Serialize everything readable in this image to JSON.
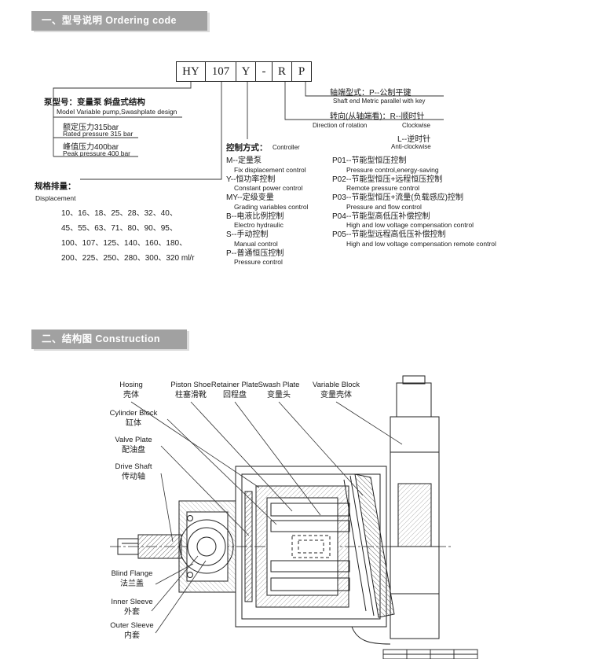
{
  "sections": {
    "ordering_title": "一、型号说明 Ordering code",
    "construction_title": "二、结构图 Construction"
  },
  "ordering": {
    "code_boxes": [
      "HY",
      "107",
      "Y",
      "-",
      "R",
      "P"
    ],
    "model_block": {
      "zh_title": "泵型号：变量泵  斜盘式结构",
      "en_title": "Model  Variable pump,Swashplate design",
      "rated_zh": "额定压力315bar",
      "rated_en": "Rated pressure 315 bar",
      "peak_zh": "峰值压力400bar",
      "peak_en": "Peak pressure 400 bar"
    },
    "displacement": {
      "zh_title": "规格排量：",
      "en_title": "Displacement",
      "lines": [
        "10、16、18、25、28、32、40、",
        "45、55、63、71、80、90、95、",
        "100、107、125、140、160、180、",
        "200、225、250、280、300、320 ml/r"
      ]
    },
    "controller": {
      "zh_title": "控制方式：",
      "en_title": "Controller",
      "options": [
        {
          "zh": "M--定量泵",
          "en": "Fix displacement control"
        },
        {
          "zh": "Y--恒功率控制",
          "en": "Constant power control"
        },
        {
          "zh": "MY--定级变量",
          "en": "Grading variables control"
        },
        {
          "zh": "B--电液比例控制",
          "en": "Electro hydraulic"
        },
        {
          "zh": "S--手动控制",
          "en": "Manual control"
        },
        {
          "zh": "P--普通恒压控制",
          "en": "Pressure control"
        }
      ]
    },
    "shaft_end": {
      "zh": "轴端型式：P--公制平键",
      "en": "Shaft end   Metric parallel with key"
    },
    "rotation": {
      "zh": "转向(从轴端看)：R--顺时针",
      "dir_en": "Direction of rotation",
      "cw": "Clockwise",
      "l_zh": "L--逆时针",
      "l_en": "Anti-clockwise"
    },
    "energy_options": [
      {
        "zh": "P01--节能型恒压控制",
        "en": "Pressure control,energy-saving"
      },
      {
        "zh": "P02--节能型恒压+远程恒压控制",
        "en": "Remote pressure control"
      },
      {
        "zh": "P03--节能型恒压+流量(负载感应)控制",
        "en": "Pressure and flow control"
      },
      {
        "zh": "P04--节能型高低压补偿控制",
        "en": "High and low voltage compensation control"
      },
      {
        "zh": "P05--节能型远程高低压补偿控制",
        "en": "High and low voltage compensation  remote control"
      }
    ]
  },
  "construction": {
    "top_labels": [
      {
        "en": "Hosing",
        "zh": "壳体"
      },
      {
        "en": "Piston Shoe",
        "zh": "柱塞滑靴"
      },
      {
        "en": "Retainer Plate",
        "zh": "回程盘"
      },
      {
        "en": "Swash Plate",
        "zh": "变量头"
      },
      {
        "en": "Variable Block",
        "zh": "变量壳体"
      }
    ],
    "left_labels": [
      {
        "en": "Cylinder Block",
        "zh": "缸体"
      },
      {
        "en": "Valve Plate",
        "zh": "配油盘"
      },
      {
        "en": "Drive Shaft",
        "zh": "传动轴"
      }
    ],
    "bottom_labels": [
      {
        "en": "Blind Flange",
        "zh": "法兰盖"
      },
      {
        "en": "Inner Sleeve",
        "zh": "外套"
      },
      {
        "en": "Outer Sleeve",
        "zh": "内套"
      }
    ]
  }
}
